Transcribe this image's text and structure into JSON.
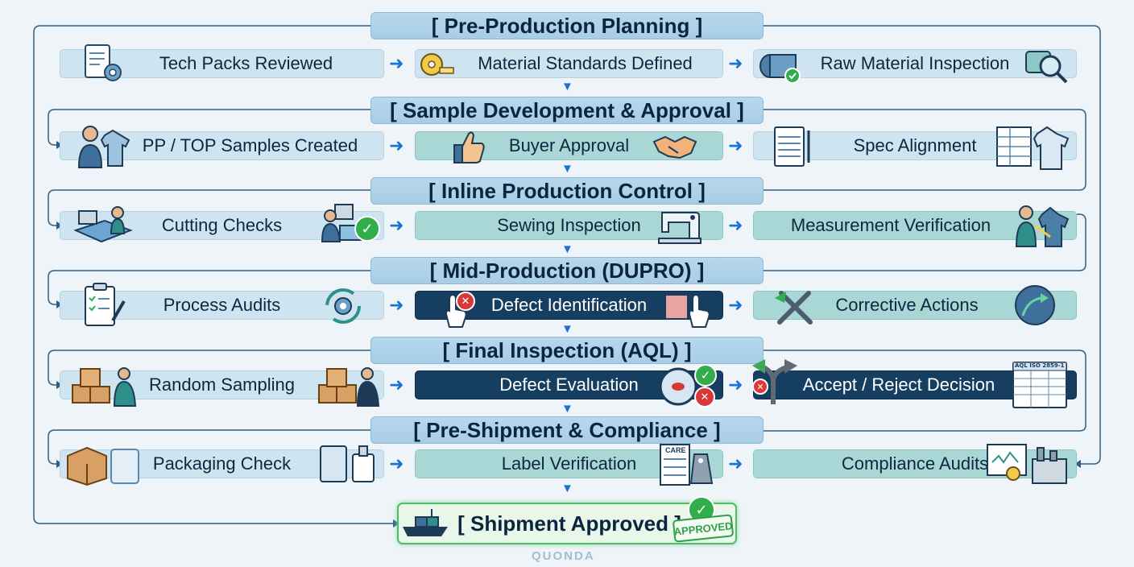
{
  "phases": [
    {
      "title": "[ Pre-Production Planning ]",
      "steps": [
        "Tech Packs Reviewed",
        "Material Standards Defined",
        "Raw Material Inspection"
      ]
    },
    {
      "title": "[ Sample Development & Approval ]",
      "steps": [
        "PP / TOP Samples Created",
        "Buyer Approval",
        "Spec Alignment"
      ]
    },
    {
      "title": "[ Inline Production Control ]",
      "steps": [
        "Cutting Checks",
        "Sewing Inspection",
        "Measurement Verification"
      ]
    },
    {
      "title": "[ Mid-Production (DUPRO) ]",
      "steps": [
        "Process Audits",
        "Defect Identification",
        "Corrective Actions"
      ]
    },
    {
      "title": "[ Final Inspection (AQL) ]",
      "steps": [
        "Random Sampling",
        "Defect Evaluation",
        "Accept / Reject Decision"
      ]
    },
    {
      "title": "[ Pre-Shipment & Compliance ]",
      "steps": [
        "Packaging Check",
        "Label Verification",
        "Compliance Audits"
      ]
    }
  ],
  "final": {
    "label": "[ Shipment Approved ]",
    "stamp": "APPROVED"
  },
  "decorations": {
    "care_tag": "CARE",
    "aql_sheet": "AQL ISO 2859-1"
  },
  "brand": "QUONDA",
  "colors": {
    "arrow": "#1a73d1",
    "light_box": "#cfe4f1",
    "teal_box": "#a9d7d5",
    "dark_box": "#163e61",
    "approved": "#2fae4b",
    "reject": "#d93838"
  },
  "icons": [
    "document-gear-icon",
    "tape-measure-icon",
    "fabric-roll-icon",
    "worker-shirt-icon",
    "thumbs-up-icon",
    "handshake-icon",
    "spec-sheet-icon",
    "shirt-icon",
    "cutting-table-icon",
    "sewing-machine-icon",
    "measuring-worker-icon",
    "clipboard-icon",
    "refresh-gear-icon",
    "hand-pointer-icon",
    "tools-icon",
    "arrow-circle-icon",
    "boxes-icon",
    "magnifier-icon",
    "branch-arrow-icon",
    "care-label-icon",
    "certificate-icon",
    "factory-icon",
    "cargo-ship-icon",
    "check-icon",
    "x-icon"
  ]
}
